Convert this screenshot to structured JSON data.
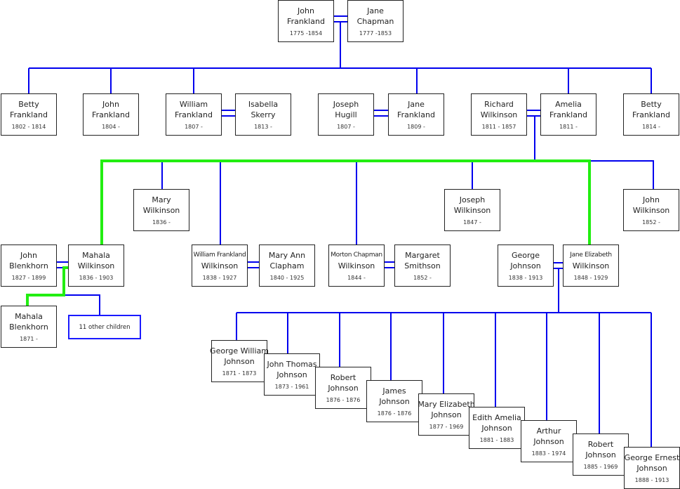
{
  "people": {
    "john_frankland_sr": {
      "first": "John",
      "last": "Frankland",
      "dates": "1775 -1854"
    },
    "jane_chapman": {
      "first": "Jane",
      "last": "Chapman",
      "dates": "1777 -1853"
    },
    "betty_frankland_1": {
      "first": "Betty",
      "last": "Frankland",
      "dates": "1802 - 1814"
    },
    "john_frankland": {
      "first": "John",
      "last": "Frankland",
      "dates": "1804 -"
    },
    "william_frankland": {
      "first": "William",
      "last": "Frankland",
      "dates": "1807 -"
    },
    "isabella_skerry": {
      "first": "Isabella",
      "last": "Skerry",
      "dates": "1813 -"
    },
    "joseph_hugill": {
      "first": "Joseph",
      "last": "Hugill",
      "dates": "1807 -"
    },
    "jane_frankland": {
      "first": "Jane",
      "last": "Frankland",
      "dates": "1809 -"
    },
    "richard_wilkinson": {
      "first": "Richard",
      "last": "Wilkinson",
      "dates": "1811 - 1857"
    },
    "amelia_frankland": {
      "first": "Amelia",
      "last": "Frankland",
      "dates": "1811 -"
    },
    "betty_frankland_2": {
      "first": "Betty",
      "last": "Frankland",
      "dates": "1814 -"
    },
    "mary_wilkinson": {
      "first": "Mary",
      "last": "Wilkinson",
      "dates": "1836 -"
    },
    "joseph_wilkinson": {
      "first": "Joseph",
      "last": "Wilkinson",
      "dates": "1847 -"
    },
    "john_wilkinson": {
      "first": "John",
      "last": "Wilkinson",
      "dates": "1852 -"
    },
    "john_blenkhorn": {
      "first": "John",
      "last": "Blenkhorn",
      "dates": "1827 - 1899"
    },
    "mahala_wilkinson": {
      "first": "Mahala",
      "last": "Wilkinson",
      "dates": "1836 - 1903"
    },
    "william_frankland_wilkinson": {
      "first": "William Frankland",
      "last": "Wilkinson",
      "dates": "1838 - 1927"
    },
    "mary_ann_clapham": {
      "first": "Mary Ann",
      "last": "Clapham",
      "dates": "1840 - 1925"
    },
    "morton_chapman_wilkinson": {
      "first": "Morton Chapman",
      "last": "Wilkinson",
      "dates": "1844 -"
    },
    "margaret_smithson": {
      "first": "Margaret",
      "last": "Smithson",
      "dates": "1852 -"
    },
    "george_johnson": {
      "first": "George",
      "last": "Johnson",
      "dates": "1838 - 1913"
    },
    "jane_elizabeth_wilkinson": {
      "first": "Jane Elizabeth",
      "last": "Wilkinson",
      "dates": "1848 - 1929"
    },
    "mahala_blenkhorn": {
      "first": "Mahala",
      "last": "Blenkhorn",
      "dates": "1871 -"
    },
    "george_william_johnson": {
      "first": "George William",
      "last": "Johnson",
      "dates": "1871 - 1873"
    },
    "john_thomas_johnson": {
      "first": "John  Thomas",
      "last": "Johnson",
      "dates": "1873 - 1961"
    },
    "robert_johnson_1": {
      "first": "Robert",
      "last": "Johnson",
      "dates": "1876 - 1876"
    },
    "james_johnson": {
      "first": "James",
      "last": "Johnson",
      "dates": "1876 - 1876"
    },
    "mary_elizabeth_johnson": {
      "first": "Mary Elizabeth",
      "last": "Johnson",
      "dates": "1877 - 1969"
    },
    "edith_amelia_johnson": {
      "first": "Edith Amelia",
      "last": "Johnson",
      "dates": "1881 - 1883"
    },
    "arthur_johnson": {
      "first": "Arthur",
      "last": "Johnson",
      "dates": "1883 - 1974"
    },
    "robert_johnson_2": {
      "first": "Robert",
      "last": "Johnson",
      "dates": "1885 - 1969"
    },
    "george_ernest_johnson": {
      "first": "George Ernest",
      "last": "Johnson",
      "dates": "1888 - 1913"
    }
  },
  "other_children_label": "11 other children",
  "colors": {
    "line": "#0000ee",
    "highlight": "#22ee11",
    "border": "#222222"
  }
}
